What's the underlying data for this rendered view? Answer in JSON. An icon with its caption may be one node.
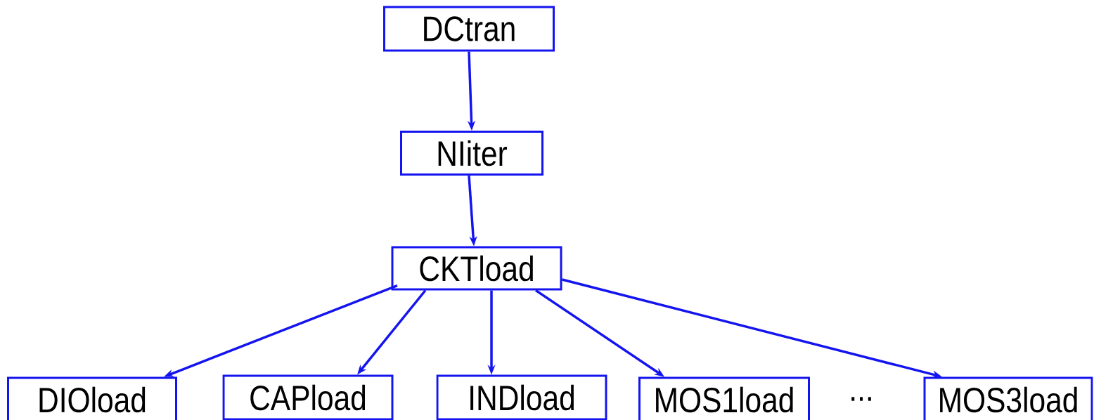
{
  "diagram": {
    "nodes": [
      {
        "text": [
          "DCtran"
        ]
      },
      {
        "text": [
          "NIiter"
        ]
      },
      {
        "text": [
          "CKTload"
        ]
      },
      {
        "text": [
          "DIOload"
        ]
      },
      {
        "text": [
          "CAPload"
        ]
      },
      {
        "text": [
          "INDload"
        ]
      },
      {
        "text": [
          "MOS1load"
        ]
      },
      {
        "text": [
          "MOS3load"
        ]
      }
    ],
    "edges": [
      {
        "from": 0,
        "to": 1,
        "arrow": "to"
      },
      {
        "from": 1,
        "to": 2,
        "arrow": "to"
      },
      {
        "from": 2,
        "to": 3,
        "arrow": "to"
      },
      {
        "from": 2,
        "to": 4,
        "arrow": "to"
      },
      {
        "from": 2,
        "to": 5,
        "arrow": "to"
      },
      {
        "from": 2,
        "to": 6,
        "arrow": "to"
      },
      {
        "from": 2,
        "to": 7,
        "arrow": "to"
      }
    ],
    "labels": [
      "..."
    ]
  }
}
